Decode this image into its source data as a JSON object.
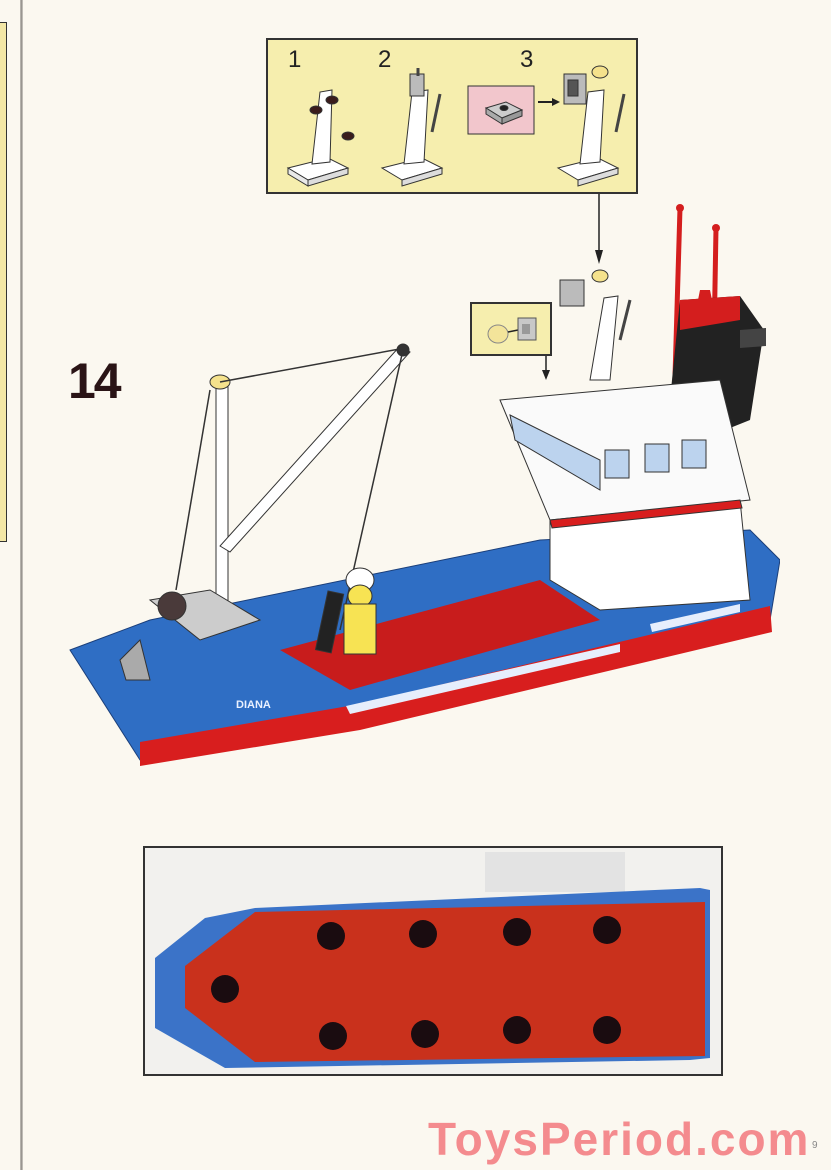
{
  "page": {
    "background": "#fbf8f0",
    "step_number": "14",
    "page_number": "9",
    "watermark": "ToysPeriod.com"
  },
  "sub_assembly": {
    "steps": [
      {
        "label": "1",
        "description": "white mast base with three round studs"
      },
      {
        "label": "2",
        "description": "mast with lever and grey bracket"
      },
      {
        "label": "3",
        "description": "mast with radar plate and yellow light"
      }
    ],
    "highlight_part": "grey 1x2 jumper plate on pink background",
    "panel_color": "#f6eeae"
  },
  "callout": {
    "parts": [
      "yellow round plate",
      "grey bracket with clip"
    ]
  },
  "model": {
    "name_on_hull": "DIANA",
    "hull_color": "#2f6ec4",
    "deck_color": "#c81c1c",
    "stripe_color": "#d81e1e",
    "cabin_color": "#ffffff",
    "funnel_color": "#222222",
    "antenna_color": "#d41e1e"
  },
  "photo": {
    "caption": "bottom view of hull",
    "hull_color": "#3b73c8",
    "bottom_color": "#c9311c",
    "peg_count": 9
  },
  "colors": {
    "step_number": "#2a1416",
    "watermark": "#f48b8e",
    "highlight_bg": "#f2c6cc"
  }
}
